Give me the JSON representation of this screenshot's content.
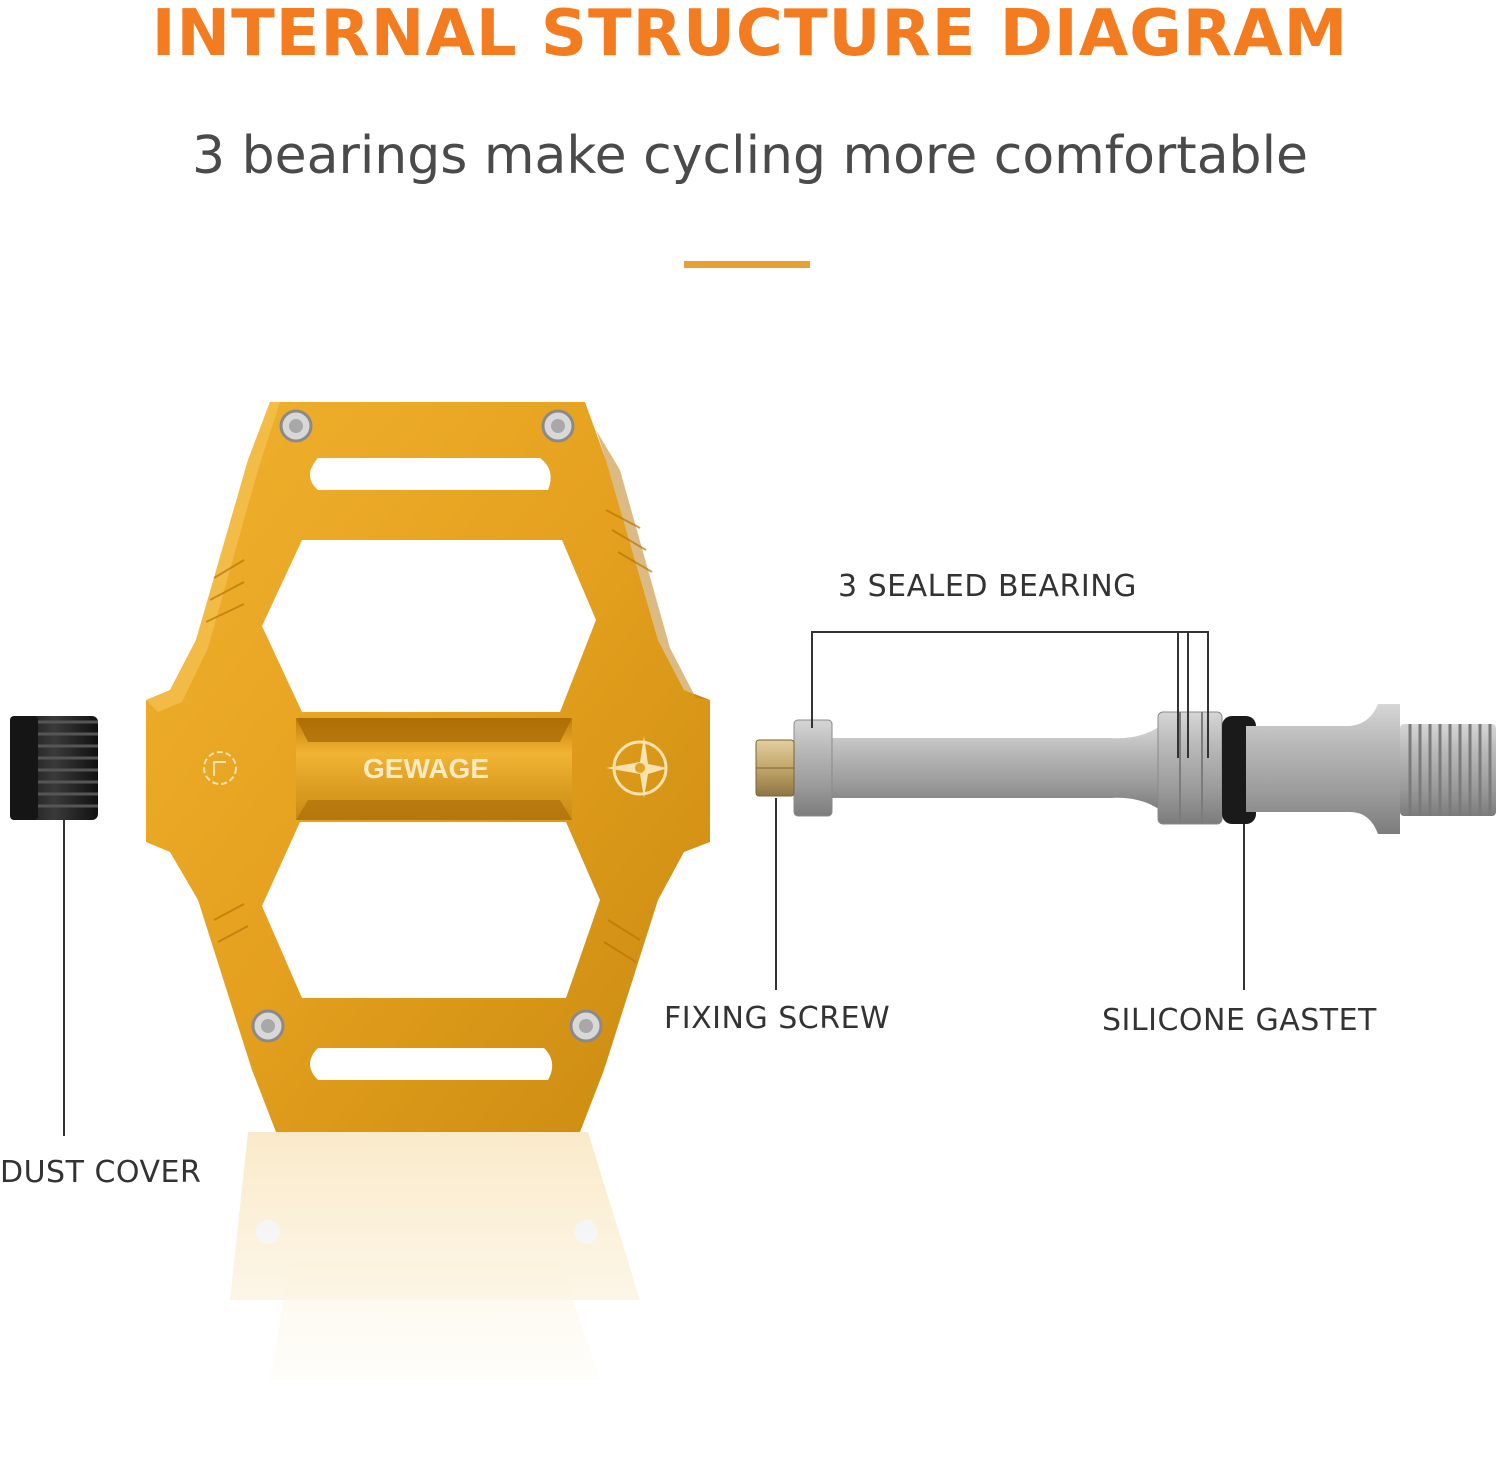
{
  "header": {
    "title": "INTERNAL STRUCTURE DIAGRAM",
    "subtitle": "3 bearings make cycling more comfortable"
  },
  "pedal": {
    "brand": "GEWAGE"
  },
  "labels": {
    "sealed_bearing": "3 SEALED BEARING",
    "fixing_screw": "FIXING SCREW",
    "silicone_gasket": "SILICONE GASTET",
    "dust_cover": "DUST COVER"
  },
  "colors": {
    "accent_orange": "#F47C20",
    "accent_bar": "#E8A030",
    "pedal_gold": "#E4A01E",
    "pedal_dark": "#B87608",
    "axle_silver": "#A9A9A9",
    "dust_cover_black": "#1E1E1E"
  },
  "icons": [
    "compass-logo-icon",
    "bolt-icon"
  ]
}
